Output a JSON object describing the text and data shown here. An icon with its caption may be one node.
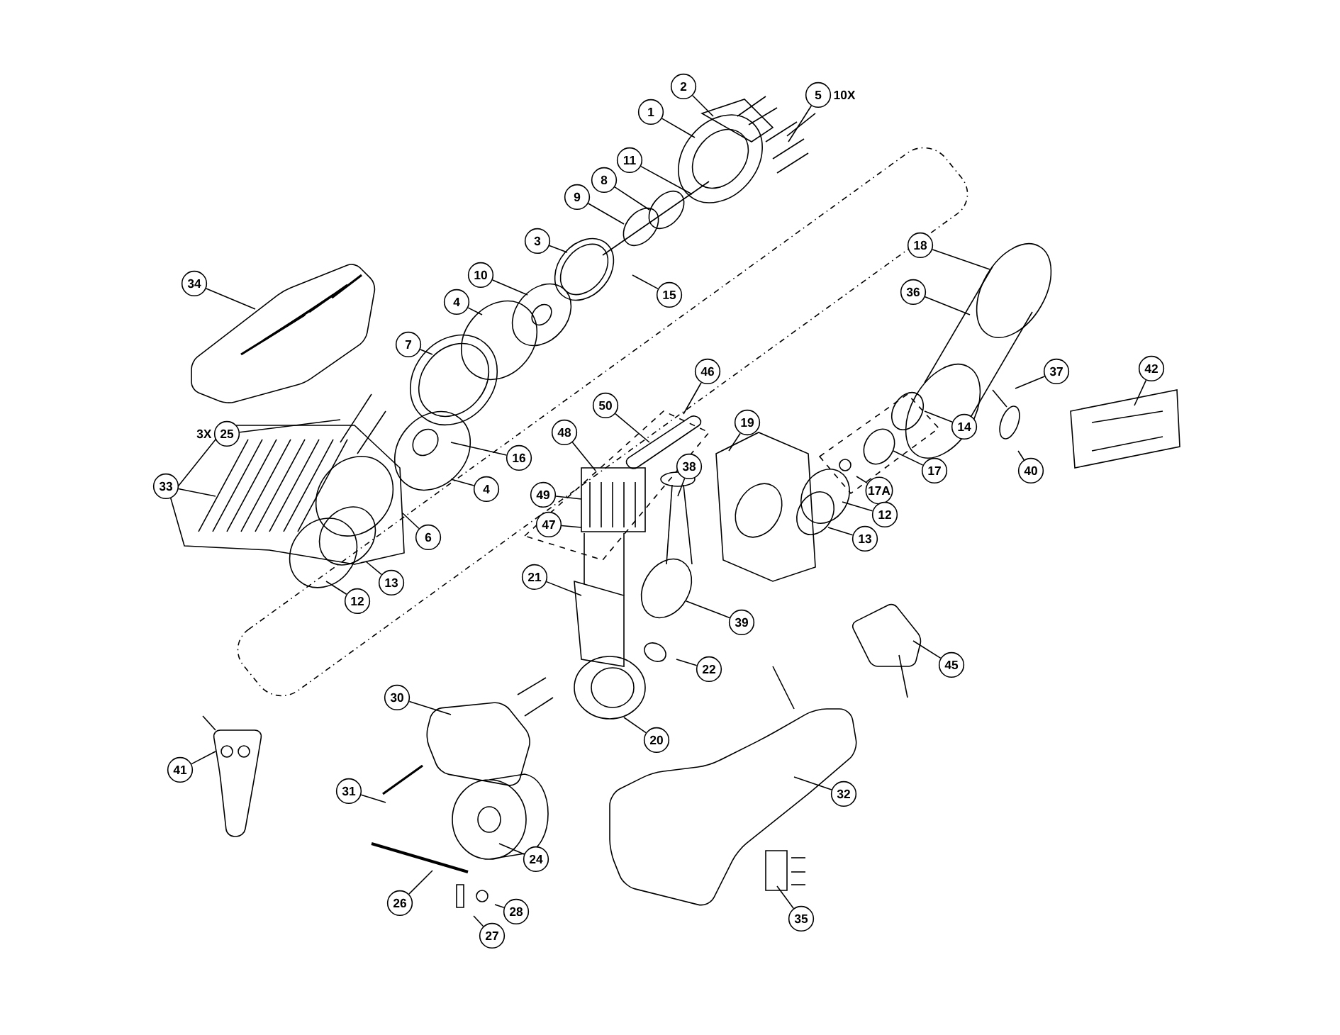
{
  "diagram": {
    "nodes": [
      {
        "text": [
          "2"
        ]
      },
      {
        "text": [
          "5"
        ],
        "beside": [
          "10X"
        ]
      },
      {
        "text": [
          "1"
        ]
      },
      {
        "text": [
          "11"
        ]
      },
      {
        "text": [
          "8"
        ]
      },
      {
        "text": [
          "9"
        ]
      },
      {
        "text": [
          "3"
        ]
      },
      {
        "text": [
          "18"
        ]
      },
      {
        "text": [
          "34"
        ]
      },
      {
        "text": [
          "10"
        ]
      },
      {
        "text": [
          "36"
        ]
      },
      {
        "text": [
          "15"
        ]
      },
      {
        "text": [
          "4"
        ]
      },
      {
        "text": [
          "7"
        ]
      },
      {
        "text": [
          "42"
        ]
      },
      {
        "text": [
          "46"
        ]
      },
      {
        "text": [
          "37"
        ]
      },
      {
        "text": [
          "50"
        ]
      },
      {
        "text": [
          "19"
        ]
      },
      {
        "text": [
          "14"
        ]
      },
      {
        "text": [
          "48"
        ]
      },
      {
        "text": [
          "25"
        ],
        "beside": [
          "3X"
        ]
      },
      {
        "text": [
          "16"
        ]
      },
      {
        "text": [
          "38"
        ]
      },
      {
        "text": [
          "17"
        ]
      },
      {
        "text": [
          "40"
        ]
      },
      {
        "text": [
          "4"
        ]
      },
      {
        "text": [
          "17A"
        ]
      },
      {
        "text": [
          "33"
        ]
      },
      {
        "text": [
          "49"
        ]
      },
      {
        "text": [
          "12"
        ]
      },
      {
        "text": [
          "47"
        ]
      },
      {
        "text": [
          "6"
        ]
      },
      {
        "text": [
          "13"
        ]
      },
      {
        "text": [
          "21"
        ]
      },
      {
        "text": [
          "13"
        ]
      },
      {
        "text": [
          "12"
        ]
      },
      {
        "text": [
          "39"
        ]
      },
      {
        "text": [
          "45"
        ]
      },
      {
        "text": [
          "22"
        ]
      },
      {
        "text": [
          "30"
        ]
      },
      {
        "text": [
          "20"
        ]
      },
      {
        "text": [
          "41"
        ]
      },
      {
        "text": [
          "31"
        ]
      },
      {
        "text": [
          "32"
        ]
      },
      {
        "text": [
          "24"
        ]
      },
      {
        "text": [
          "26"
        ]
      },
      {
        "text": [
          "28"
        ]
      },
      {
        "text": [
          "35"
        ]
      },
      {
        "text": [
          "27"
        ]
      }
    ],
    "edges": [
      {
        "from": 0,
        "to": null,
        "arrow": "none"
      },
      {
        "from": 1,
        "to": null,
        "arrow": "none"
      },
      {
        "from": 2,
        "to": null,
        "arrow": "none"
      },
      {
        "from": 3,
        "to": null,
        "arrow": "none"
      },
      {
        "from": 4,
        "to": null,
        "arrow": "none"
      },
      {
        "from": 5,
        "to": null,
        "arrow": "none"
      },
      {
        "from": 6,
        "to": null,
        "arrow": "none"
      },
      {
        "from": 7,
        "to": null,
        "arrow": "none"
      },
      {
        "from": 8,
        "to": null,
        "arrow": "none"
      },
      {
        "from": 9,
        "to": null,
        "arrow": "none"
      },
      {
        "from": 10,
        "to": null,
        "arrow": "none"
      },
      {
        "from": 11,
        "to": null,
        "arrow": "none"
      },
      {
        "from": 12,
        "to": null,
        "arrow": "none"
      },
      {
        "from": 13,
        "to": null,
        "arrow": "none"
      },
      {
        "from": 14,
        "to": null,
        "arrow": "none"
      },
      {
        "from": 15,
        "to": null,
        "arrow": "none"
      },
      {
        "from": 16,
        "to": null,
        "arrow": "none"
      },
      {
        "from": 17,
        "to": null,
        "arrow": "none"
      },
      {
        "from": 18,
        "to": null,
        "arrow": "none"
      },
      {
        "from": 19,
        "to": null,
        "arrow": "none"
      },
      {
        "from": 20,
        "to": null,
        "arrow": "none"
      },
      {
        "from": 21,
        "to": null,
        "arrow": "none"
      },
      {
        "from": 22,
        "to": null,
        "arrow": "none"
      },
      {
        "from": 23,
        "to": null,
        "arrow": "none"
      },
      {
        "from": 24,
        "to": null,
        "arrow": "none"
      },
      {
        "from": 25,
        "to": null,
        "arrow": "none"
      },
      {
        "from": 26,
        "to": null,
        "arrow": "none"
      },
      {
        "from": 27,
        "to": null,
        "arrow": "none"
      },
      {
        "from": 28,
        "to": null,
        "arrow": "none"
      },
      {
        "from": 29,
        "to": null,
        "arrow": "none"
      },
      {
        "from": 30,
        "to": null,
        "arrow": "none"
      },
      {
        "from": 31,
        "to": null,
        "arrow": "none"
      },
      {
        "from": 32,
        "to": null,
        "arrow": "none"
      },
      {
        "from": 33,
        "to": null,
        "arrow": "none"
      },
      {
        "from": 34,
        "to": null,
        "arrow": "none"
      },
      {
        "from": 35,
        "to": null,
        "arrow": "none"
      },
      {
        "from": 36,
        "to": null,
        "arrow": "none"
      },
      {
        "from": 37,
        "to": null,
        "arrow": "none"
      },
      {
        "from": 38,
        "to": null,
        "arrow": "none"
      },
      {
        "from": 39,
        "to": null,
        "arrow": "none"
      },
      {
        "from": 40,
        "to": null,
        "arrow": "none"
      },
      {
        "from": 41,
        "to": null,
        "arrow": "none"
      },
      {
        "from": 42,
        "to": null,
        "arrow": "none"
      },
      {
        "from": 43,
        "to": null,
        "arrow": "none"
      },
      {
        "from": 44,
        "to": null,
        "arrow": "none"
      },
      {
        "from": 45,
        "to": null,
        "arrow": "none"
      },
      {
        "from": 46,
        "to": null,
        "arrow": "none"
      },
      {
        "from": 47,
        "to": null,
        "arrow": "none"
      },
      {
        "from": 48,
        "to": null,
        "arrow": "none"
      },
      {
        "from": 49,
        "to": null,
        "arrow": "none"
      }
    ]
  }
}
